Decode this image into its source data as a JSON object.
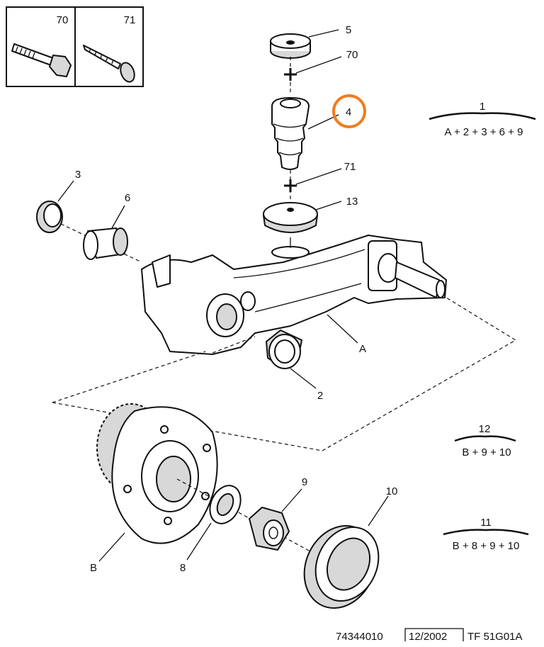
{
  "callouts": {
    "inset_70": "70",
    "inset_71": "71",
    "p5": "5",
    "p70": "70",
    "p4": "4",
    "p71": "71",
    "p13": "13",
    "p1": "1",
    "p3": "3",
    "p6": "6",
    "pA": "A",
    "p2": "2",
    "p12": "12",
    "p11": "11",
    "p9": "9",
    "p10": "10",
    "pB": "B",
    "p8": "8"
  },
  "formulas": {
    "f1": "A + 2 + 3 + 6 + 9",
    "f12": "B + 9 + 10",
    "f11": "B + 8 + 9 + 10"
  },
  "highlight": {
    "part": "4",
    "color": "#f07d1e"
  },
  "footer": {
    "ref": "74344010",
    "date": "12/2002",
    "code": "TF 51G01A"
  }
}
